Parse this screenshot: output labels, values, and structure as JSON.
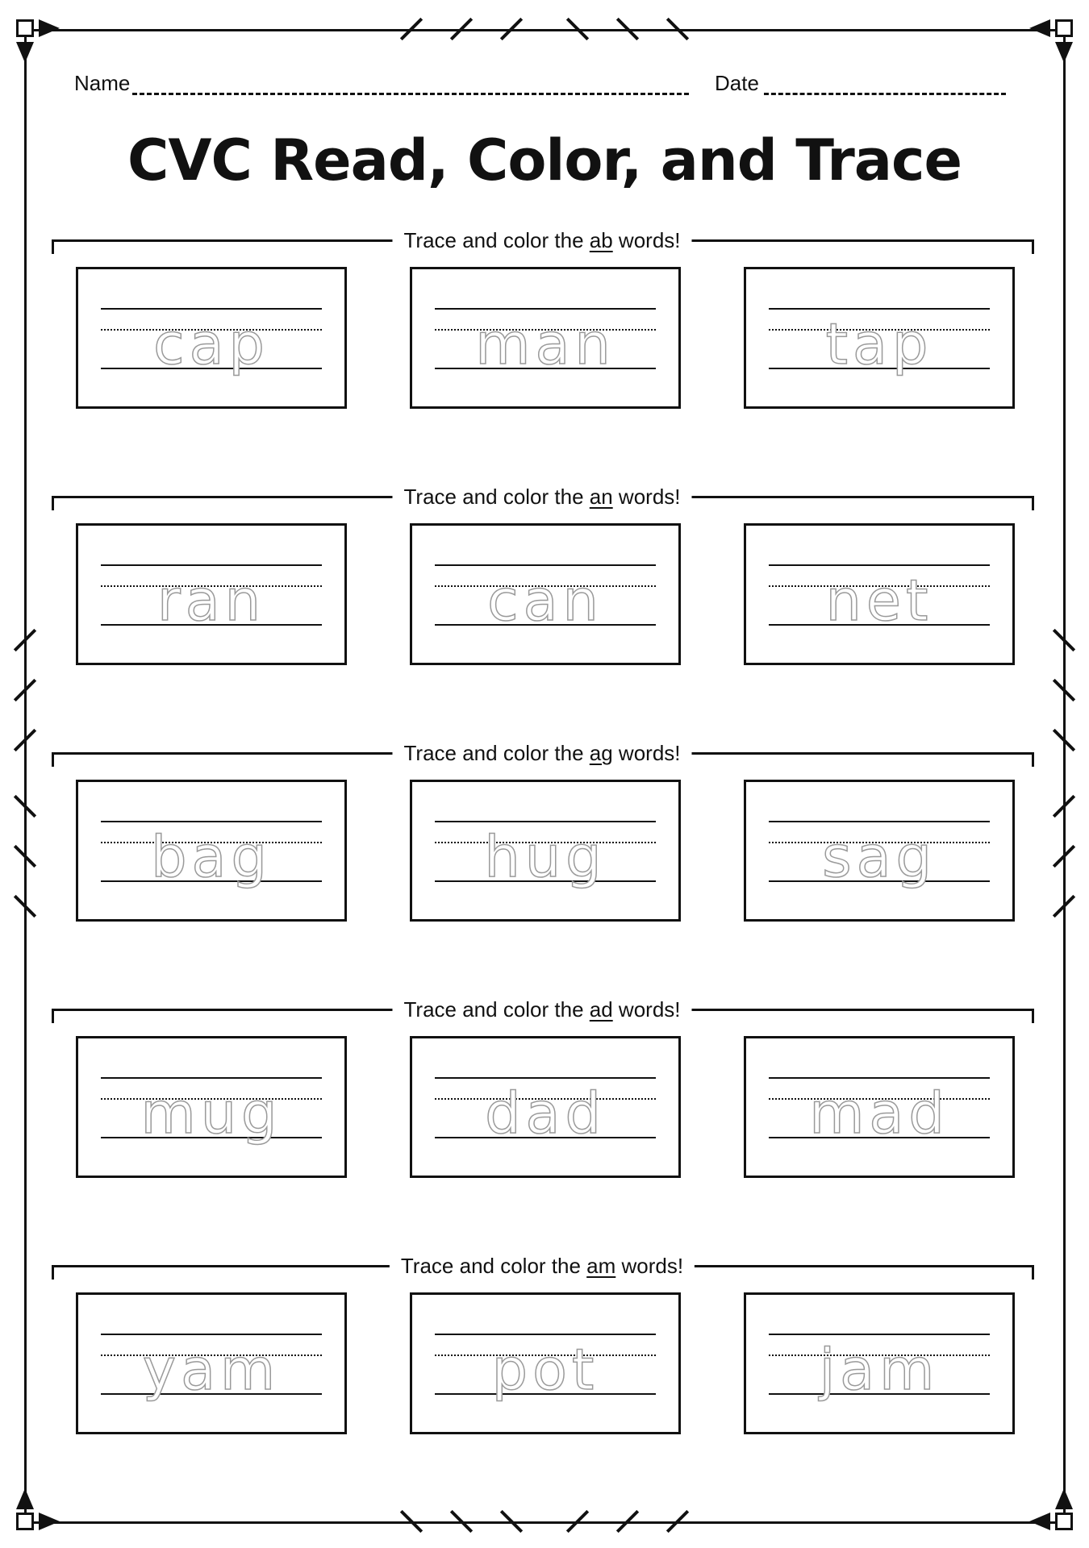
{
  "header": {
    "name_label": "Name",
    "date_label": "Date",
    "title": "CVC Read, Color, and Trace"
  },
  "sections": [
    {
      "prefix": "Trace and color the",
      "family": "ab",
      "suffix": "words!",
      "words": [
        "cap",
        "man",
        "tap"
      ]
    },
    {
      "prefix": "Trace and color the",
      "family": "an",
      "suffix": "words!",
      "words": [
        "ran",
        "can",
        "net"
      ]
    },
    {
      "prefix": "Trace and color the",
      "family": "ag",
      "suffix": "words!",
      "words": [
        "bag",
        "hug",
        "sag"
      ]
    },
    {
      "prefix": "Trace and color the",
      "family": "ad",
      "suffix": "words!",
      "words": [
        "mug",
        "dad",
        "mad"
      ]
    },
    {
      "prefix": "Trace and color the",
      "family": "am",
      "suffix": "words!",
      "words": [
        "yam",
        "pot",
        "jam"
      ]
    }
  ]
}
